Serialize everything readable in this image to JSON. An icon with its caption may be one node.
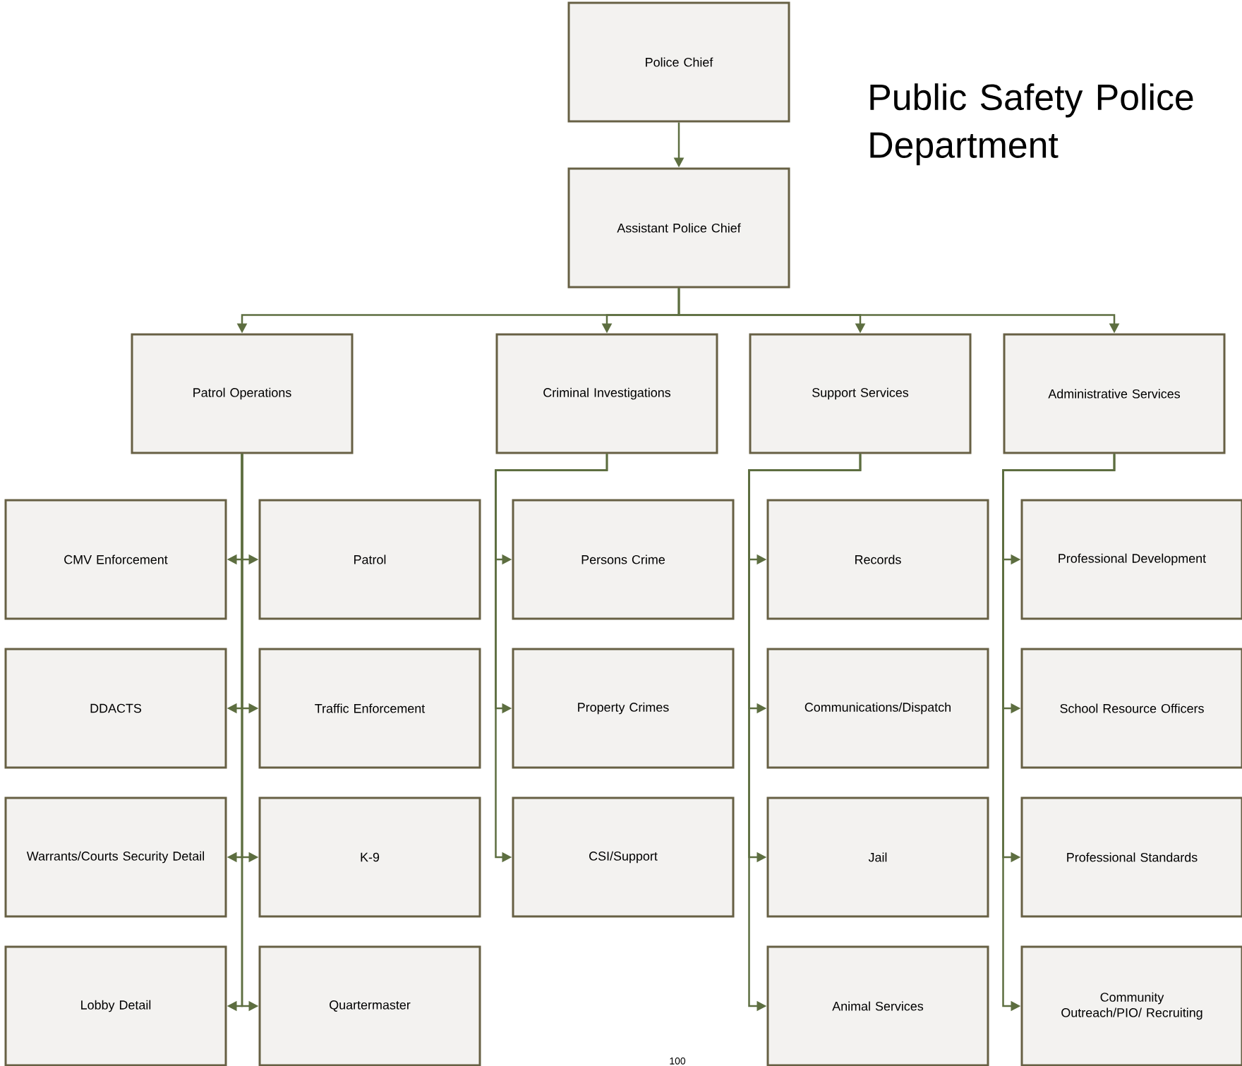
{
  "diagram": {
    "title": "Public Safety Police Department",
    "nodes": [
      {
        "text": [
          "Police Chief"
        ]
      },
      {
        "text": [
          "Assistant Police Chief"
        ]
      },
      {
        "text": [
          "Patrol Operations"
        ]
      },
      {
        "text": [
          "Criminal Investigations"
        ]
      },
      {
        "text": [
          "Support Services"
        ]
      },
      {
        "text": [
          "Administrative Services"
        ]
      },
      {
        "text": [
          "CMV Enforcement"
        ]
      },
      {
        "text": [
          "Patrol"
        ]
      },
      {
        "text": [
          "DDACTS"
        ]
      },
      {
        "text": [
          "Traffic Enforcement"
        ]
      },
      {
        "text": [
          "Warrants/Courts Security Detail"
        ]
      },
      {
        "text": [
          "K-9"
        ]
      },
      {
        "text": [
          "Lobby Detail"
        ]
      },
      {
        "text": [
          "Quartermaster"
        ]
      },
      {
        "text": [
          "Persons Crime"
        ]
      },
      {
        "text": [
          "Property Crimes"
        ]
      },
      {
        "text": [
          "CSI/Support"
        ]
      },
      {
        "text": [
          "Records"
        ]
      },
      {
        "text": [
          "Communications/Dispatch"
        ]
      },
      {
        "text": [
          "Jail"
        ]
      },
      {
        "text": [
          "Animal Services"
        ]
      },
      {
        "text": [
          "Professional Development"
        ]
      },
      {
        "text": [
          "School Resource Officers"
        ]
      },
      {
        "text": [
          "Professional Standards"
        ]
      },
      {
        "text": [
          "Community Outreach/PIO/ Recruiting"
        ]
      }
    ],
    "edges": [
      {
        "from": 0,
        "to": 1,
        "arrow": "to"
      },
      {
        "from": 1,
        "to": 2,
        "arrow": "to"
      },
      {
        "from": 1,
        "to": 3,
        "arrow": "to"
      },
      {
        "from": 1,
        "to": 4,
        "arrow": "to"
      },
      {
        "from": 1,
        "to": 5,
        "arrow": "to"
      },
      {
        "from": 2,
        "to": 6,
        "arrow": "to"
      },
      {
        "from": 2,
        "to": 7,
        "arrow": "to"
      },
      {
        "from": 2,
        "to": 8,
        "arrow": "to"
      },
      {
        "from": 2,
        "to": 9,
        "arrow": "to"
      },
      {
        "from": 2,
        "to": 10,
        "arrow": "to"
      },
      {
        "from": 2,
        "to": 11,
        "arrow": "to"
      },
      {
        "from": 2,
        "to": 12,
        "arrow": "to"
      },
      {
        "from": 2,
        "to": 13,
        "arrow": "to"
      },
      {
        "from": 3,
        "to": 14,
        "arrow": "to"
      },
      {
        "from": 3,
        "to": 15,
        "arrow": "to"
      },
      {
        "from": 3,
        "to": 16,
        "arrow": "to"
      },
      {
        "from": 4,
        "to": 17,
        "arrow": "to"
      },
      {
        "from": 4,
        "to": 18,
        "arrow": "to"
      },
      {
        "from": 4,
        "to": 19,
        "arrow": "to"
      },
      {
        "from": 4,
        "to": 20,
        "arrow": "to"
      },
      {
        "from": 5,
        "to": 21,
        "arrow": "to"
      },
      {
        "from": 5,
        "to": 22,
        "arrow": "to"
      },
      {
        "from": 5,
        "to": 23,
        "arrow": "to"
      },
      {
        "from": 5,
        "to": 24,
        "arrow": "to"
      }
    ],
    "labels": [
      "100"
    ]
  }
}
